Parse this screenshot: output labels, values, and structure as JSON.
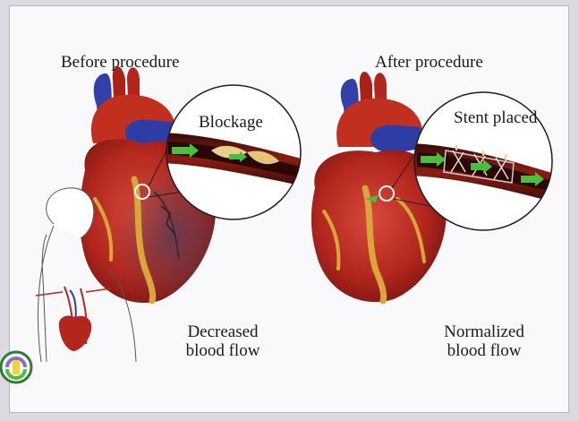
{
  "labels": {
    "before_procedure": "Before procedure",
    "after_procedure": "After procedure",
    "blockage": "Blockage",
    "stent_placed": "Stent placed",
    "decreased_line1": "Decreased",
    "decreased_line2": "blood flow",
    "normalized_line1": "Normalized",
    "normalized_line2": "blood flow"
  },
  "colors": {
    "heart_red": "#b3261e",
    "vessel_blue": "#2f3fa8",
    "fat_yellow": "#d8a63a",
    "flow_arrow_green": "#4bbf3a",
    "blockage_plaque": "#e8d28a",
    "stent_gray": "#cfcfd4"
  },
  "icons": [
    "heart-before-illustration",
    "heart-after-illustration",
    "magnifier-circle-icon",
    "flow-arrow-icon",
    "stent-mesh-icon",
    "patient-silhouette-icon",
    "watermark-logo-icon"
  ]
}
